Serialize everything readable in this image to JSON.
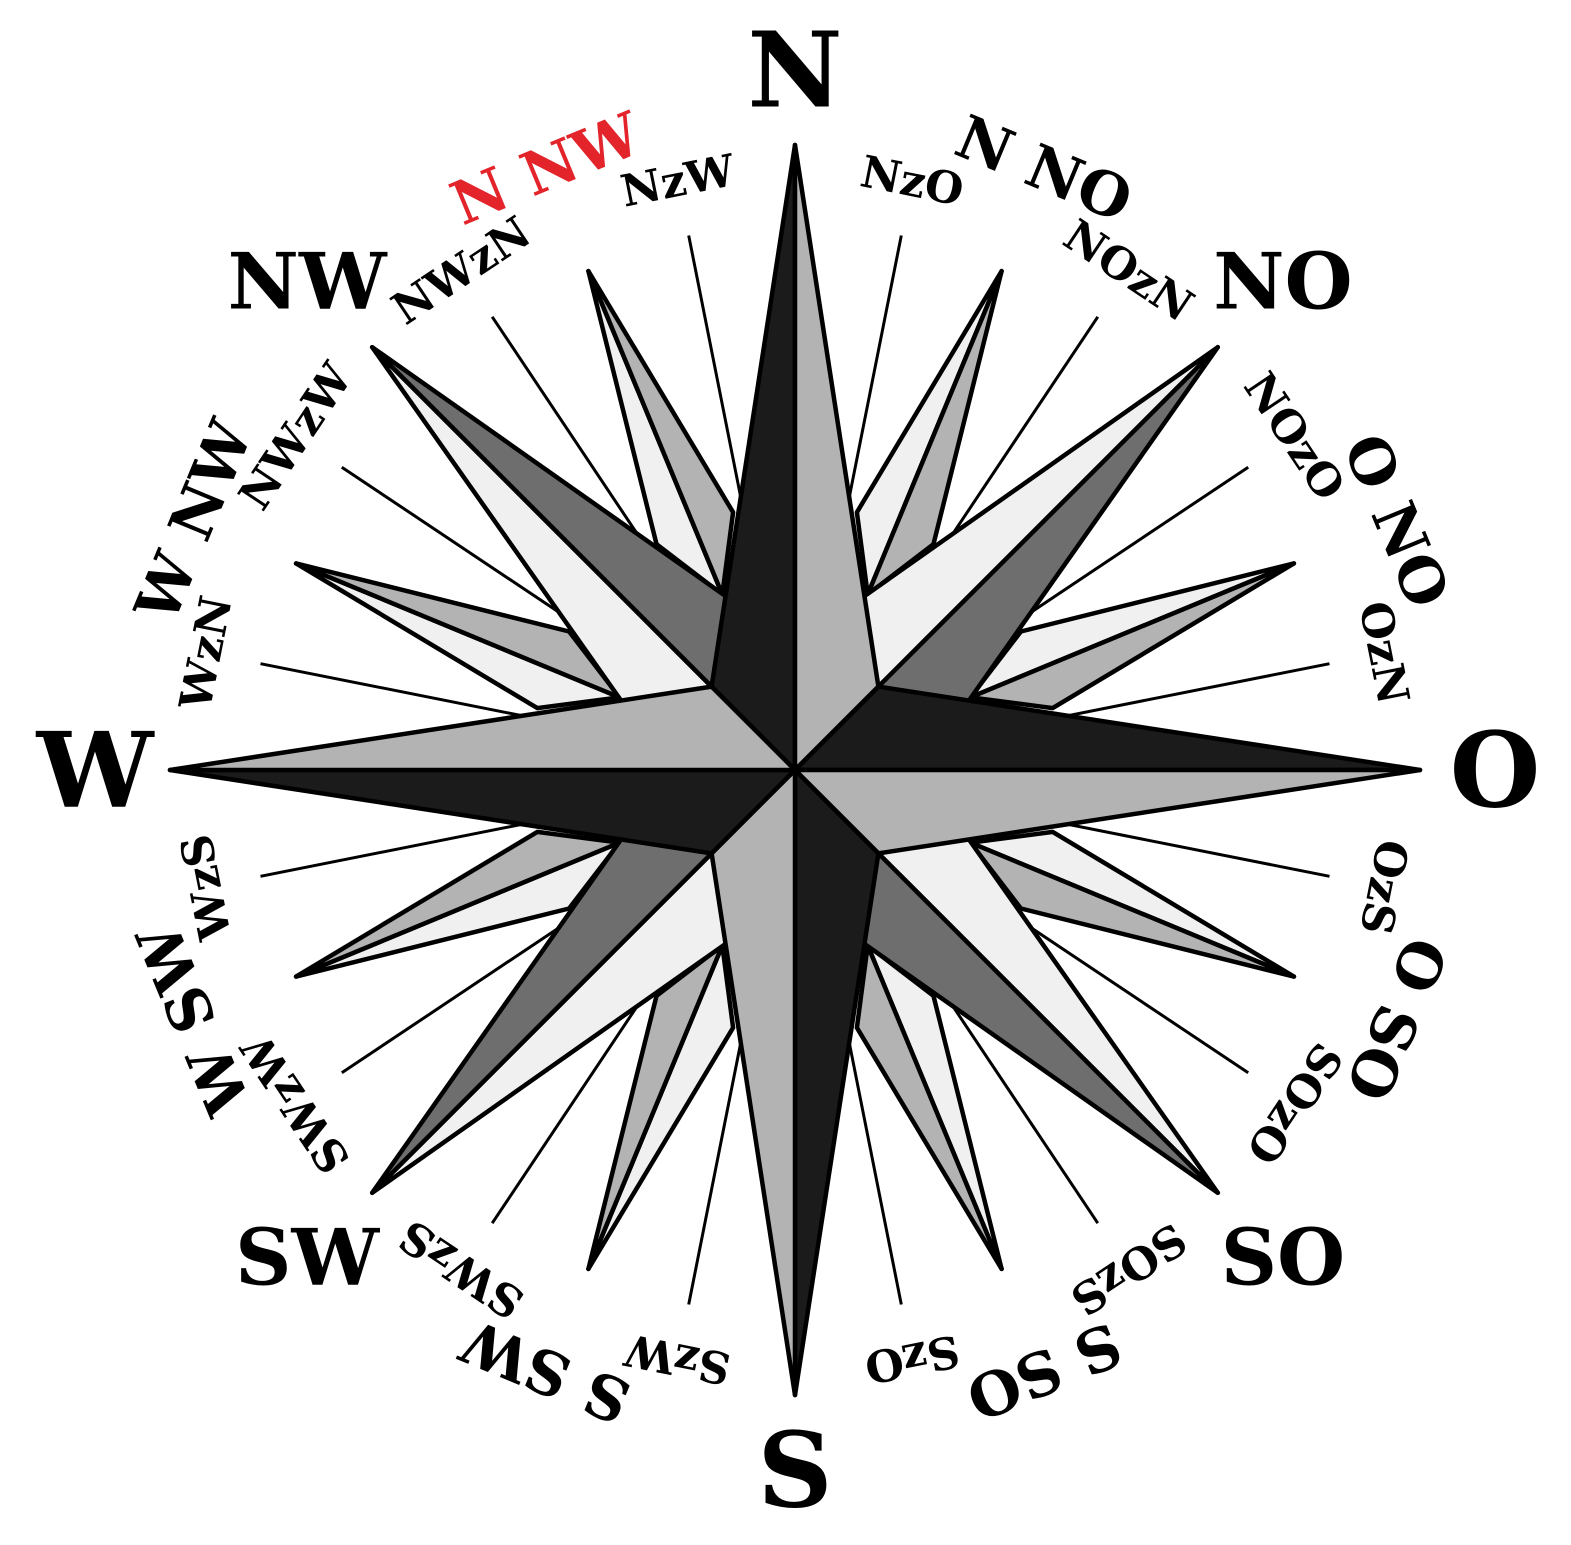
{
  "compass": {
    "highlight_color": "#e3242b",
    "text_color": "#000000",
    "colors": {
      "dark": "#1b1b1b",
      "medium_dark": "#6e6e6e",
      "medium": "#b3b3b3",
      "light": "#f0f0f0",
      "stroke": "#000000"
    },
    "cardinals": [
      {
        "label": "N",
        "bearing": 0
      },
      {
        "label": "O",
        "bearing": 90
      },
      {
        "label": "S",
        "bearing": 180
      },
      {
        "label": "W",
        "bearing": 270
      }
    ],
    "intercardinals": [
      {
        "label": "NO",
        "bearing": 45
      },
      {
        "label": "SO",
        "bearing": 135
      },
      {
        "label": "SW",
        "bearing": 225
      },
      {
        "label": "NW",
        "bearing": 315
      }
    ],
    "tertiary": [
      {
        "label": "N NO",
        "bearing": 22.5,
        "highlight": false
      },
      {
        "label": "O NO",
        "bearing": 67.5,
        "highlight": false
      },
      {
        "label": "O SO",
        "bearing": 112.5,
        "highlight": false
      },
      {
        "label": "S SO",
        "bearing": 157.5,
        "highlight": false
      },
      {
        "label": "S SW",
        "bearing": 202.5,
        "highlight": false
      },
      {
        "label": "W SW",
        "bearing": 247.5,
        "highlight": false
      },
      {
        "label": "W NW",
        "bearing": 292.5,
        "highlight": false
      },
      {
        "label": "N NW",
        "bearing": 337.5,
        "highlight": true
      }
    ],
    "by_points": [
      {
        "label": "NzO",
        "bearing": 11.25
      },
      {
        "label": "NOzN",
        "bearing": 33.75
      },
      {
        "label": "NOzO",
        "bearing": 56.25
      },
      {
        "label": "OzN",
        "bearing": 78.75
      },
      {
        "label": "OzS",
        "bearing": 101.25
      },
      {
        "label": "SOzO",
        "bearing": 123.75
      },
      {
        "label": "SOzS",
        "bearing": 146.25
      },
      {
        "label": "SzO",
        "bearing": 168.75
      },
      {
        "label": "SzW",
        "bearing": 191.25
      },
      {
        "label": "SWzS",
        "bearing": 213.75
      },
      {
        "label": "SWzW",
        "bearing": 236.25
      },
      {
        "label": "WzS",
        "bearing": 258.75
      },
      {
        "label": "WzN",
        "bearing": 281.25
      },
      {
        "label": "NWzW",
        "bearing": 303.75
      },
      {
        "label": "NWzN",
        "bearing": 326.25
      },
      {
        "label": "NzW",
        "bearing": 348.75
      }
    ]
  }
}
